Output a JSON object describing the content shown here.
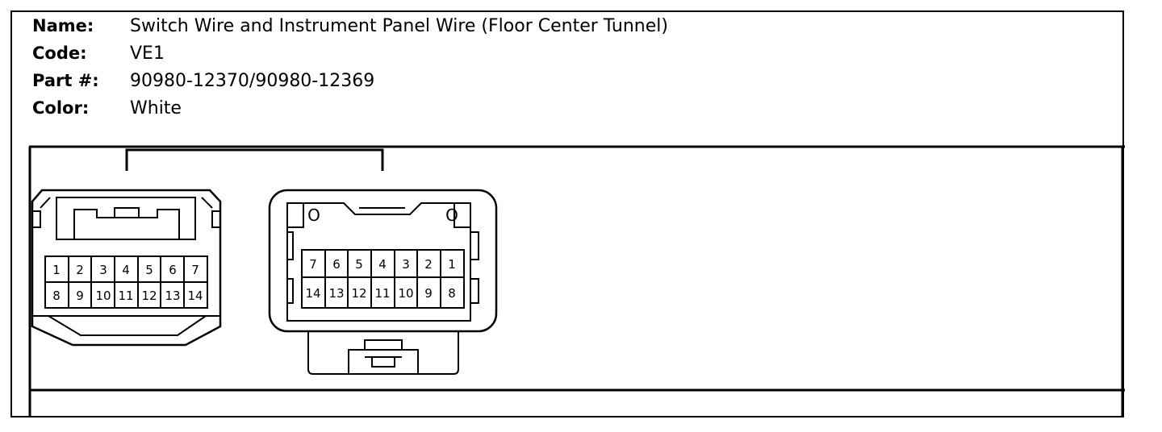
{
  "header": {
    "name_label": "Name:",
    "name_value": "Switch Wire and Instrument Panel Wire (Floor Center Tunnel)",
    "code_label": "Code:",
    "code_value": "VE1",
    "part_label": "Part #:",
    "part_value": "90980-12370/90980-12369",
    "color_label": "Color:",
    "color_value": "White"
  },
  "connector_left": {
    "row_top": [
      "1",
      "2",
      "3",
      "4",
      "5",
      "6",
      "7"
    ],
    "row_bottom": [
      "8",
      "9",
      "10",
      "11",
      "12",
      "13",
      "14"
    ]
  },
  "connector_right": {
    "row_top": [
      "7",
      "6",
      "5",
      "4",
      "3",
      "2",
      "1"
    ],
    "row_bottom": [
      "14",
      "13",
      "12",
      "11",
      "10",
      "9",
      "8"
    ],
    "corner_mark_left": "O",
    "corner_mark_right": "O"
  }
}
